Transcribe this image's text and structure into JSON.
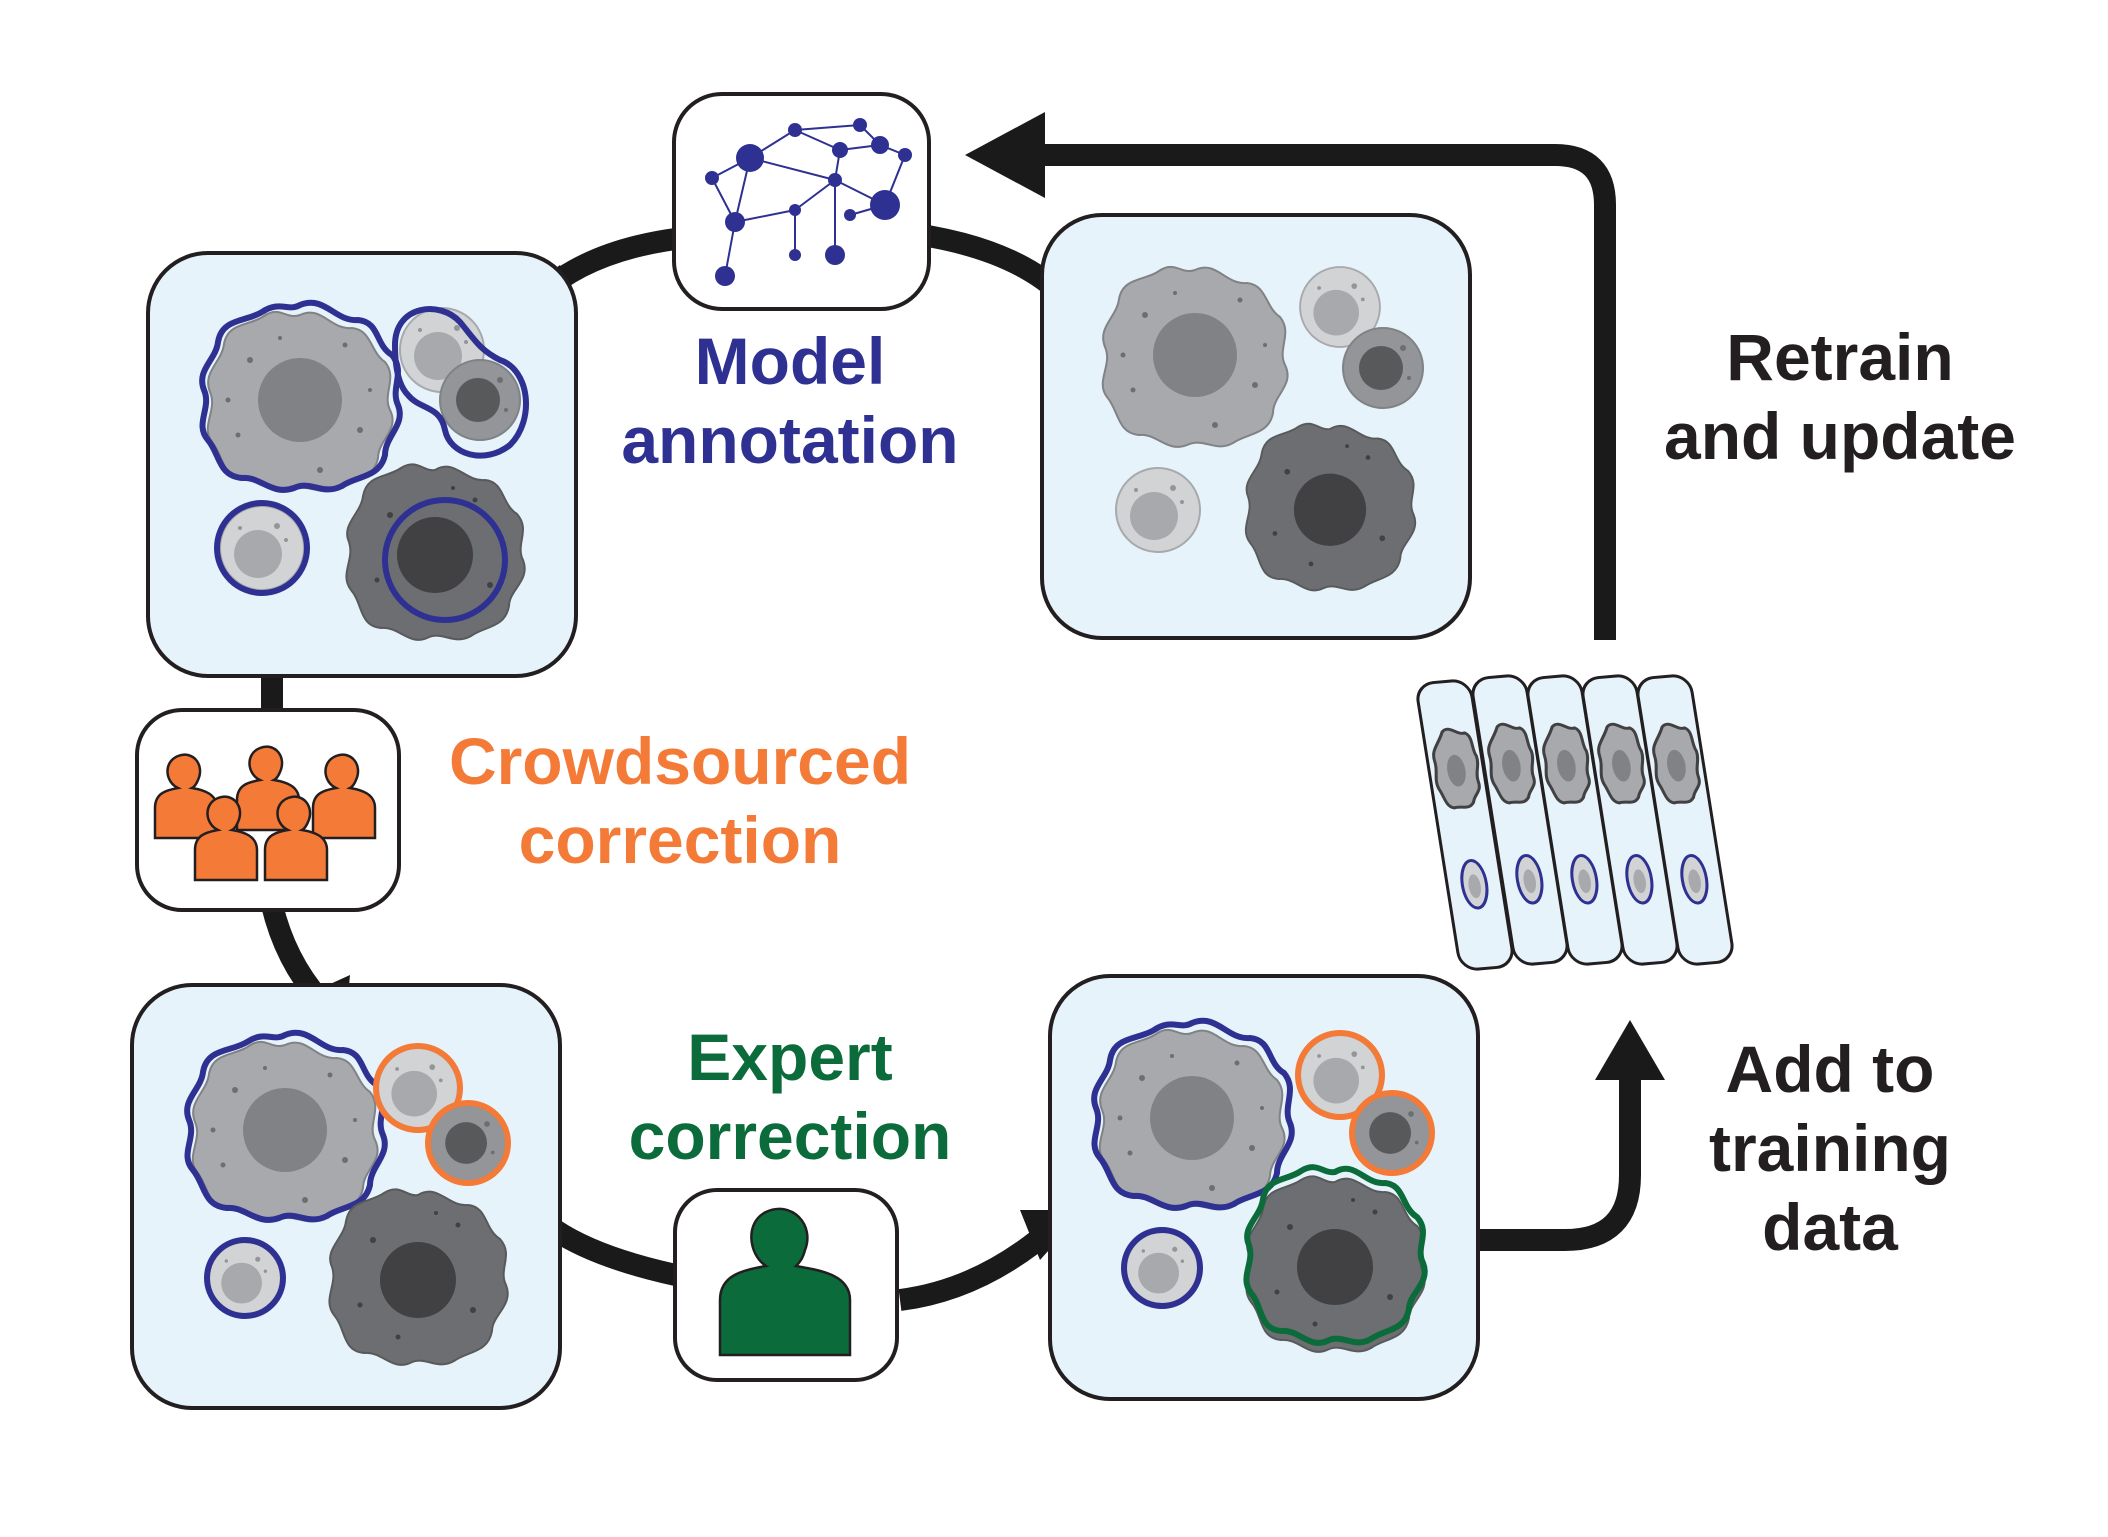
{
  "labels": {
    "model_annotation": [
      "Model",
      "annotation"
    ],
    "crowdsourced_correction": [
      "Crowdsourced",
      "correction"
    ],
    "expert_correction": [
      "Expert",
      "correction"
    ],
    "retrain_update": [
      "Retrain",
      "and update"
    ],
    "add_training": [
      "Add to",
      "training",
      "data"
    ]
  },
  "icons": {
    "model": "neural-network-icon",
    "crowd": "crowd-people-icon",
    "expert": "expert-person-icon",
    "stack": "training-data-stack-icon"
  },
  "colors": {
    "model": "#2e3192",
    "crowd": "#f47a38",
    "expert": "#0b6b3a",
    "text": "#231f20",
    "panel_fill": "#e6f3fb",
    "arrow": "#1a1a1a"
  }
}
